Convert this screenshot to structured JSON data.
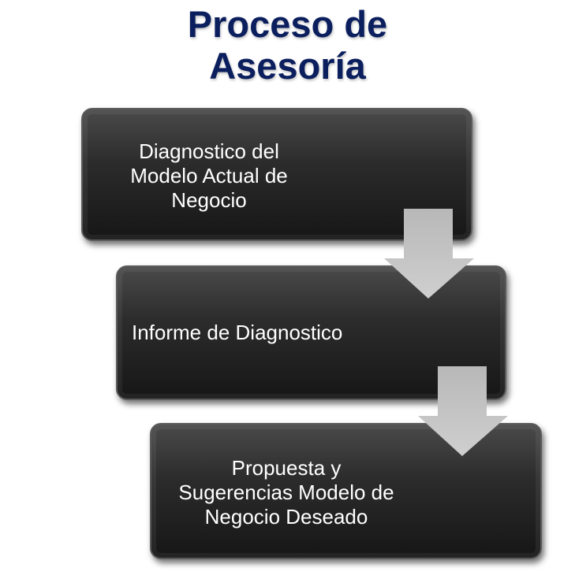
{
  "title": {
    "line1": "Proceso de",
    "line2": "Asesoría"
  },
  "steps": [
    {
      "line1": "Diagnostico del",
      "line2": "Modelo Actual de",
      "line3": "Negocio"
    },
    {
      "line1": "Informe de Diagnostico"
    },
    {
      "line1": "Propuesta y",
      "line2": "Sugerencias Modelo de",
      "line3": "Negocio Deseado"
    }
  ],
  "colors": {
    "title": "#0b1f5e",
    "box": "#2c2c2c",
    "arrow": "#c3c3c3"
  }
}
